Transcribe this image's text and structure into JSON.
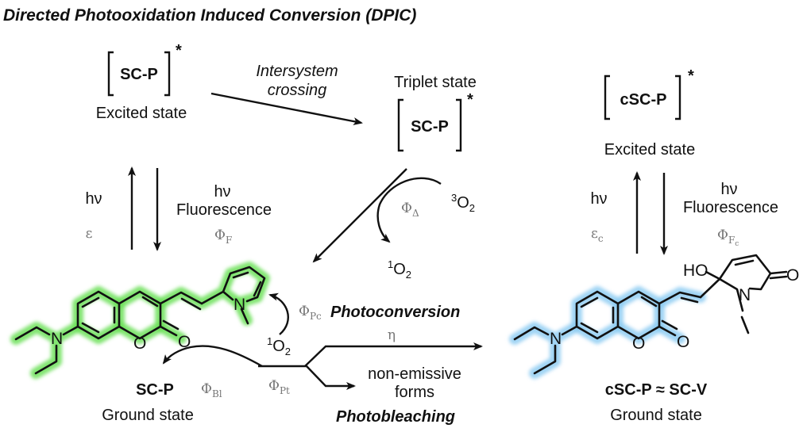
{
  "title": "Directed Photooxidation Induced Conversion (DPIC)",
  "excited_left": {
    "species": "SC-P",
    "star": "*",
    "label": "Excited state"
  },
  "isc": {
    "line1": "Intersystem",
    "line2": "crossing"
  },
  "triplet": {
    "label": "Triplet state",
    "species": "SC-P",
    "star": "*"
  },
  "excited_right": {
    "species": "cSC-P",
    "star": "*",
    "label": "Excited state"
  },
  "left_cycle": {
    "hv_up": "hν",
    "eps": "ε",
    "hv_down": "hν",
    "fluor": "Fluorescence",
    "phi": "Φ",
    "phi_sub": "F"
  },
  "right_cycle": {
    "hv_up": "hν",
    "eps": "ε",
    "eps_sub": "c",
    "hv_down": "hν",
    "fluor": "Fluorescence",
    "phi": "Φ",
    "phi_sub": "F",
    "phi_subsub": "c"
  },
  "energy_transfer": {
    "phi": "Φ",
    "phi_sub": "Δ",
    "o2_triplet_sup": "3",
    "o2": "O",
    "o2_sub": "2",
    "o2_singlet_sup": "1",
    "o2b": "O",
    "o2b_sub": "2"
  },
  "center": {
    "o2_sup": "1",
    "o2": "O",
    "o2_sub": "2",
    "phi_pc": "Φ",
    "phi_pc_sub": "Pc",
    "photoconversion": "Photoconversion",
    "eta": "η",
    "phi_bl": "Φ",
    "phi_bl_sub": "Bl",
    "phi_pt": "Φ",
    "phi_pt_sub": "Pt",
    "nonemissive1": "non-emissive",
    "nonemissive2": "forms",
    "photobleaching": "Photobleaching"
  },
  "left_molecule": {
    "name": "SC-P",
    "state": "Ground state",
    "n": "N",
    "o_ring": "O",
    "o_carbonyl": "O",
    "n_pyrrole": "N",
    "glow_color": "#6de05a"
  },
  "right_molecule": {
    "name": "cSC-P ≈ SC-V",
    "state": "Ground state",
    "n": "N",
    "o_ring": "O",
    "o_carbonyl": "O",
    "ho": "HO",
    "o_lactam": "O",
    "n_lactam": "N",
    "glow_color": "#8fcdf2"
  }
}
